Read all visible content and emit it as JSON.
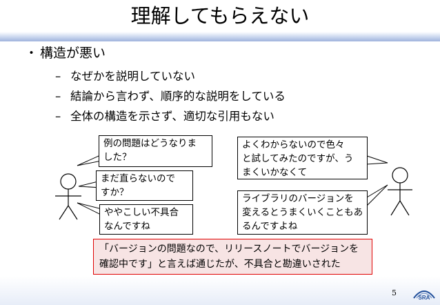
{
  "slide": {
    "title": "理解してもらえない",
    "bullet": "構造が悪い",
    "bullet_marker": "・",
    "dash": "–",
    "subs": [
      "なぜかを説明していない",
      "結論から言わず、順序的な説明をしている",
      "全体の構造を示さず、適切な引用もない"
    ]
  },
  "bubbles_left": [
    [
      "例の問題はどうなりま",
      "した？"
    ],
    [
      "まだ直らないので",
      "すか？"
    ],
    [
      "ややこしい不具合",
      "なんですね"
    ]
  ],
  "bubbles_right": [
    [
      "よくわからないので色々",
      "と試してみたのですが、う",
      "まくいかなくて"
    ],
    [
      "ライブラリのバージョンを",
      "変えるとうまくいくこともあ",
      "るんですよね"
    ]
  ],
  "note": [
    "「バージョンの問題なので、リリースノートでバージョンを",
    "確認中です」と言えば通じたが、不具合と勘違いされた"
  ],
  "footer": {
    "page_number": "5",
    "logo_text": "SRA"
  },
  "colors": {
    "note_border": "#e00000",
    "note_fill": "#f7e4e4",
    "rule": "#9fb3dc",
    "logo": "#1f4e9a"
  }
}
